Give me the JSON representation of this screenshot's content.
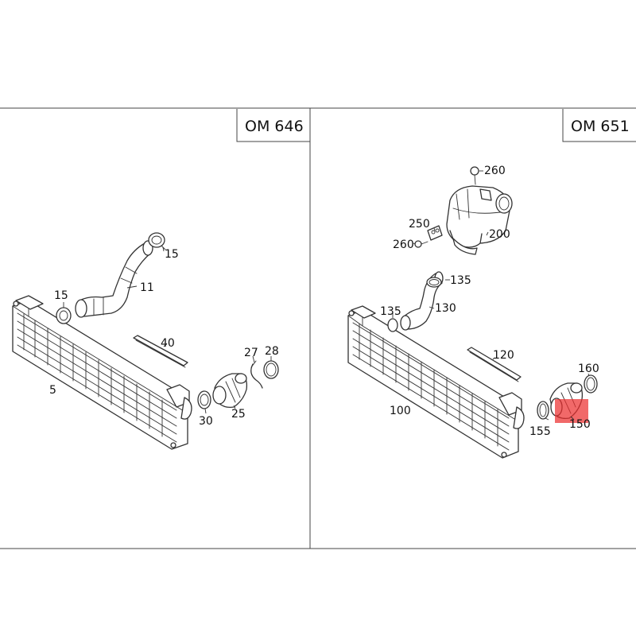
{
  "panels": {
    "left": {
      "engine": "OM 646"
    },
    "right": {
      "engine": "OM 651"
    }
  },
  "callouts": {
    "left": [
      "15",
      "15",
      "11",
      "40",
      "5",
      "27",
      "28",
      "30",
      "25"
    ],
    "right": [
      "260",
      "250",
      "260",
      "200",
      "135",
      "135",
      "130",
      "120",
      "160",
      "100",
      "155",
      "150"
    ]
  },
  "highlighted_part": "150",
  "colors": {
    "highlight": "#ec2f2f",
    "line": "#333333"
  }
}
